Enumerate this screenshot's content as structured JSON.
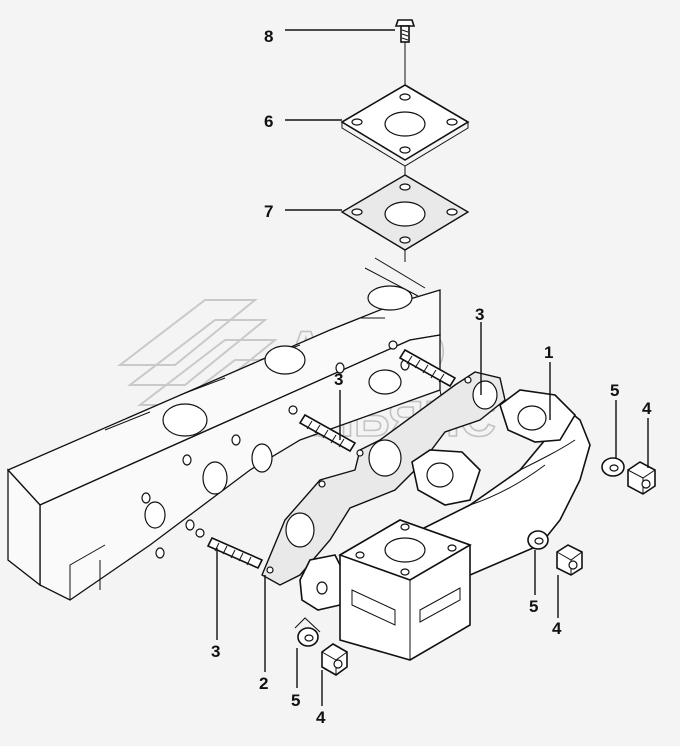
{
  "diagram": {
    "callouts": [
      {
        "id": "c8",
        "text": "8"
      },
      {
        "id": "c6",
        "text": "6"
      },
      {
        "id": "c7",
        "text": "7"
      },
      {
        "id": "c3a",
        "text": "3"
      },
      {
        "id": "c3b",
        "text": "3"
      },
      {
        "id": "c1",
        "text": "1"
      },
      {
        "id": "c5a",
        "text": "5"
      },
      {
        "id": "c4a",
        "text": "4"
      },
      {
        "id": "c3c",
        "text": "3"
      },
      {
        "id": "c2",
        "text": "2"
      },
      {
        "id": "c5b",
        "text": "5"
      },
      {
        "id": "c4b",
        "text": "4"
      },
      {
        "id": "c5c",
        "text": "5"
      },
      {
        "id": "c4c",
        "text": "4"
      }
    ],
    "watermark": {
      "line1": "АВТО",
      "line2": "АЛЬЯНС"
    }
  }
}
